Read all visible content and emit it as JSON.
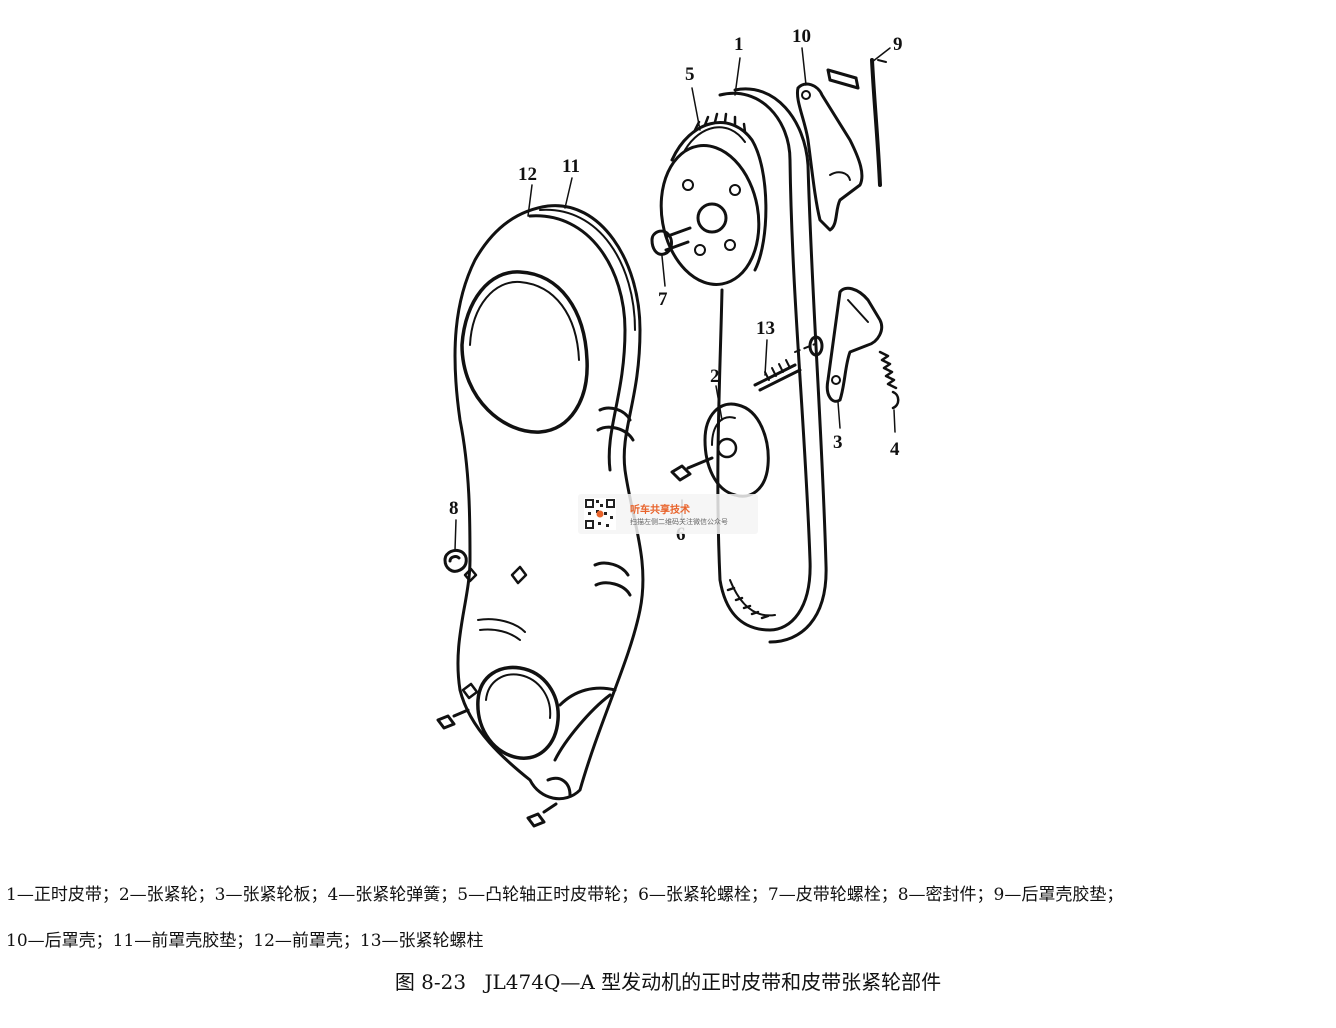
{
  "diagram": {
    "callouts": [
      "1",
      "2",
      "3",
      "4",
      "5",
      "6",
      "7",
      "8",
      "9",
      "10",
      "11",
      "12",
      "13"
    ]
  },
  "legend": {
    "line1": "1—正时皮带；2—张紧轮；3—张紧轮板；4—张紧轮弹簧；5—凸轮轴正时皮带轮；6—张紧轮螺栓；7—皮带轮螺栓；8—密封件；9—后罩壳胶垫；",
    "line2": "10—后罩壳；11—前罩壳胶垫；12—前罩壳；13—张紧轮螺柱"
  },
  "caption": {
    "figure_no": "图 8-23",
    "text": "JL474Q—A 型发动机的正时皮带和皮带张紧轮部件"
  },
  "watermark": {
    "title": "听车共享技术",
    "subtitle": "扫描左侧二维码关注微信公众号"
  }
}
